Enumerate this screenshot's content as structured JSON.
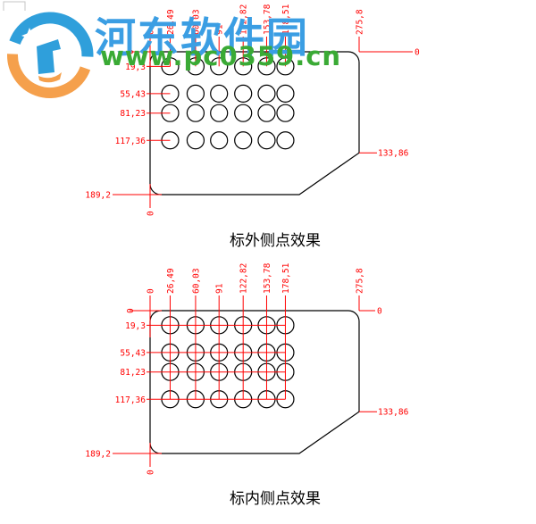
{
  "watermark": {
    "site_name": "河东软件园",
    "site_url": "www.pc0359.cn",
    "name_color": "#3b9ee3",
    "url_color": "#3aaa35",
    "logo_blue": "#2f9fdb",
    "logo_orange": "#f5a04c"
  },
  "dimension_color": "#ff0000",
  "outline_color": "#000000",
  "frame_color": "#c4c4c4",
  "origin_label": "0",
  "drawings": [
    {
      "caption": "标外侧点效果",
      "style": "outside",
      "x_ordinates": [
        {
          "label": "26,49",
          "value": 26.49
        },
        {
          "label": "60,03",
          "value": 60.03
        },
        {
          "label": "91",
          "value": 91
        },
        {
          "label": "122,82",
          "value": 122.82
        },
        {
          "label": "153,78",
          "value": 153.78
        },
        {
          "label": "178,51",
          "value": 178.51
        }
      ],
      "x_total": {
        "label": "275,8",
        "value": 275.8
      },
      "y_ordinates": [
        {
          "label": "19,3",
          "value": 19.3
        },
        {
          "label": "55,43",
          "value": 55.43
        },
        {
          "label": "81,23",
          "value": 81.23
        },
        {
          "label": "117,36",
          "value": 117.36
        }
      ],
      "y_bottom": {
        "label": "189,2",
        "value": 189.2
      },
      "y_chamfer": {
        "label": "133,86",
        "value": 133.86
      }
    },
    {
      "caption": "标内侧点效果",
      "style": "inside",
      "x_ordinates": [
        {
          "label": "26,49",
          "value": 26.49
        },
        {
          "label": "60,03",
          "value": 60.03
        },
        {
          "label": "91",
          "value": 91
        },
        {
          "label": "122,82",
          "value": 122.82
        },
        {
          "label": "153,78",
          "value": 153.78
        },
        {
          "label": "178,51",
          "value": 178.51
        }
      ],
      "x_total": {
        "label": "275,8",
        "value": 275.8
      },
      "y_ordinates": [
        {
          "label": "19,3",
          "value": 19.3
        },
        {
          "label": "55,43",
          "value": 55.43
        },
        {
          "label": "81,23",
          "value": 81.23
        },
        {
          "label": "117,36",
          "value": 117.36
        }
      ],
      "y_bottom": {
        "label": "189,2",
        "value": 189.2
      },
      "y_chamfer": {
        "label": "133,86",
        "value": 133.86
      }
    }
  ]
}
